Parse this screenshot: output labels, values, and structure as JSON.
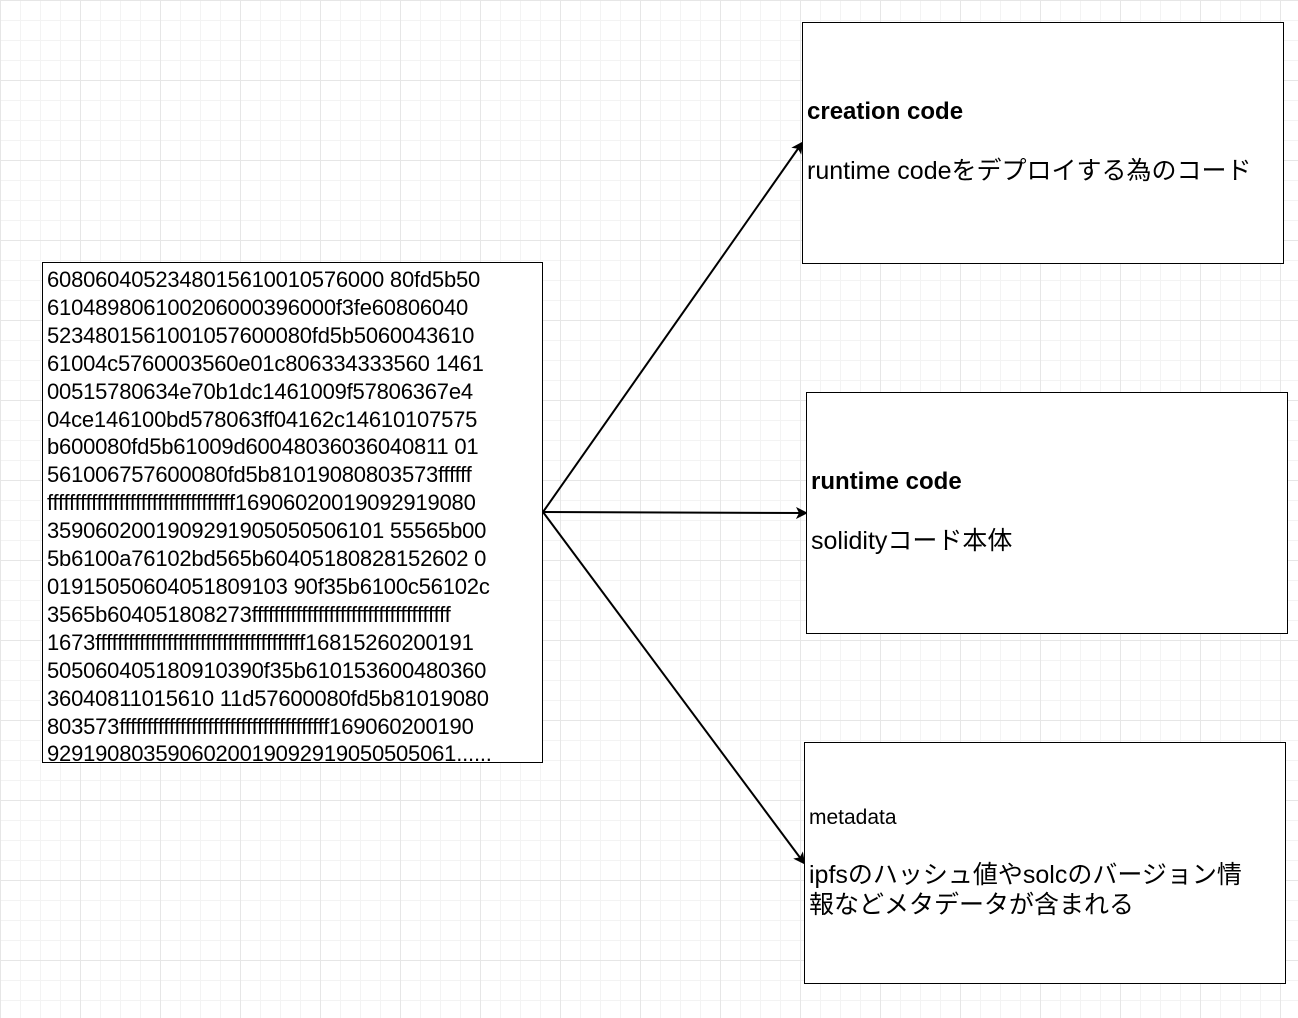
{
  "bytecode_lines": [
    "6080604052348015610010576000 80fd5b50",
    "610489806100206000396000f3fe60806040",
    "5234801561001057600080fd5b5060043610",
    "61004c5760003560e01c806334333560 1461",
    "00515780634e70b1dc1461009f57806367e4",
    "04ce146100bd578063ff04162c14610107575",
    "b600080fd5b61009d60048036036040811 01",
    "561006757600080fd5b81019080803573ffffff",
    "ffffffffffffffffffffffffffffffffff16906020019092919080",
    "3590602001909291905050506101 55565b00",
    "5b6100a76102bd565b60405180828152602 0",
    "01915050604051809103 90f35b6100c56102c",
    "3565b604051808273ffffffffffffffffffffffffffffffffffff",
    "1673ffffffffffffffffffffffffffffffffffffff16815260200191",
    "505060405180910390f35b610153600480360",
    "36040811015610 11d57600080fd5b81019080",
    "803573ffffffffffffffffffffffffffffffffffffff169060200190",
    "9291908035906020019092919050505061......"
  ],
  "nodes": {
    "creation": {
      "title": "creation code",
      "description": "runtime codeをデプロイする為のコード"
    },
    "runtime": {
      "title": "runtime code",
      "description": "solidityコード本体"
    },
    "metadata": {
      "title": "metadata",
      "description_lines": [
        "ipfsのハッシュ値やsolcのバージョン情",
        "報などメタデータが含まれる"
      ]
    }
  },
  "edges": [
    {
      "from": "bytecode",
      "to": "creation"
    },
    {
      "from": "bytecode",
      "to": "runtime"
    },
    {
      "from": "bytecode",
      "to": "metadata"
    }
  ]
}
